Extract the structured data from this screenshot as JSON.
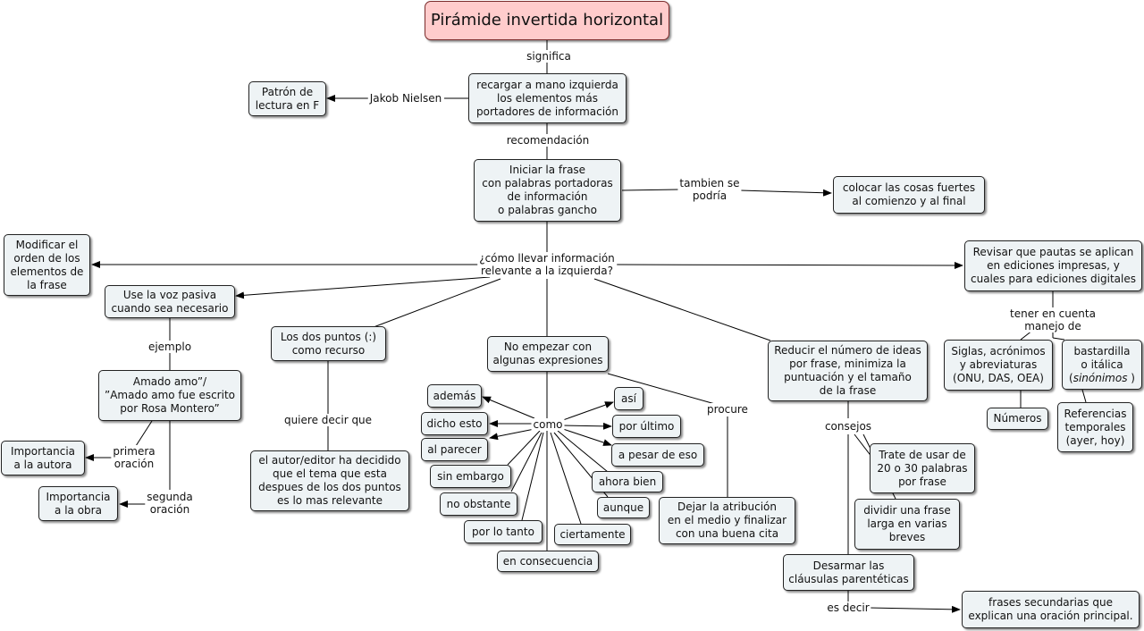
{
  "title": "Pirámide invertida horizontal",
  "concepts": {
    "recargar": "recargar a mano izquierda\nlos elementos más\nportadores de información",
    "patron": "Patrón de\nlectura en F",
    "iniciar": "Iniciar la frase\ncon palabras portadoras\nde información\no palabras gancho",
    "colocar": "colocar las cosas fuertes\nal comienzo y al final",
    "modificar": "Modificar el\norden de los\nelementos de\nla frase",
    "revisar": "Revisar que pautas se aplican\nen ediciones impresas, y\ncuales para ediciones digitales",
    "voz_pasiva": "Use la voz pasiva\ncuando sea necesario",
    "amado": "Amado amo”/\n”Amado amo fue escrito\npor Rosa Montero”",
    "imp_autora": "Importancia\na la autora",
    "imp_obra": "Importancia\na la obra",
    "dos_puntos": "Los dos puntos (:)\ncomo recurso",
    "autor_editor": "el autor/editor ha decidido\nque el tema que esta\ndespues de los dos puntos\nes lo mas relevante",
    "no_empezar": "No empezar con\nalgunas expresiones",
    "ademas": "además",
    "dicho_esto": "dicho esto",
    "al_parecer": "al parecer",
    "sin_embargo": "sin embargo",
    "no_obstante": "no obstante",
    "por_lo_tanto": "por lo tanto",
    "en_consecuencia": "en consecuencia",
    "ciertamente": "ciertamente",
    "aunque": "aunque",
    "ahora_bien": "ahora bien",
    "a_pesar": "a pesar de eso",
    "por_ultimo": "por último",
    "asi": "así",
    "dejar": "Dejar la atribución\nen el medio y finalizar\ncon una buena cita",
    "reducir": "Reducir el número de ideas\npor frase, minimiza la\npuntuación y el tamaño\nde la frase",
    "trate": "Trate de usar de\n20 o 30 palabras\npor frase",
    "dividir": "dividir una frase\nlarga en varias\nbreves",
    "desarmar": "Desarmar las\ncláusulas parentéticas",
    "frases_sec": "frases secundarias que\nexplican una oración principal.",
    "siglas": "Siglas, acrónimos\ny abreviaturas\n(ONU, DAS, OEA)",
    "bastardilla_a": "bastardilla\no itálica\n(",
    "bastardilla_em": "sinónimos",
    "bastardilla_b": " )",
    "numeros": "Números",
    "referencias": "Referencias\ntemporales\n(ayer, hoy)"
  },
  "links": {
    "significa": "significa",
    "jakob": "Jakob Nielsen",
    "recomendacion": "recomendación",
    "tambien": "tambien se\npodría",
    "como_llevar": "¿cómo llevar información\nrelevante a la izquierda?",
    "ejemplo": "ejemplo",
    "primera": "primera\noración",
    "segunda": "segunda\noración",
    "quiere_decir": "quiere decir que",
    "como": "como",
    "procure": "procure",
    "consejos": "consejos",
    "es_decir": "es decir",
    "tener_en_cuenta": "tener en cuenta manejo de"
  }
}
